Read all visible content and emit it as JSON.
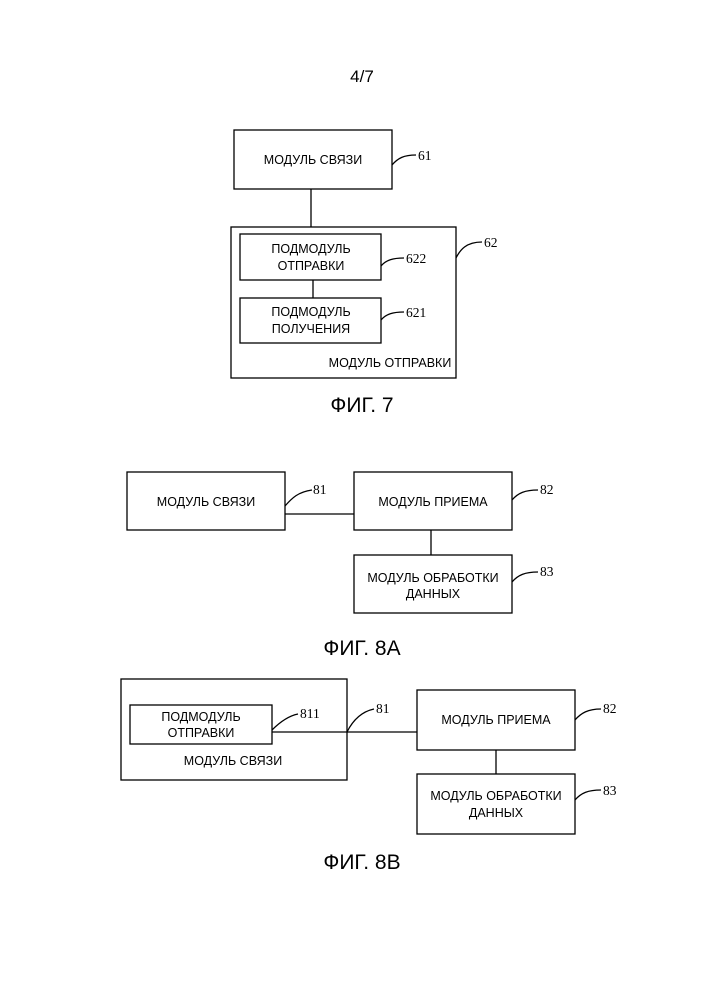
{
  "page_number": "4/7",
  "fig7": {
    "caption": "ФИГ. 7",
    "comm_module": {
      "label": "МОДУЛЬ СВЯЗИ",
      "ref": "61"
    },
    "send_module": {
      "label": "МОДУЛЬ ОТПРАВКИ",
      "ref": "62"
    },
    "send_submodule": {
      "line1": "ПОДМОДУЛЬ",
      "line2": "ОТПРАВКИ",
      "ref": "622"
    },
    "recv_submodule": {
      "line1": "ПОДМОДУЛЬ",
      "line2": "ПОЛУЧЕНИЯ",
      "ref": "621"
    }
  },
  "fig8a": {
    "caption": "ФИГ. 8А",
    "comm_module": {
      "label": "МОДУЛЬ СВЯЗИ",
      "ref": "81"
    },
    "recv_module": {
      "label": "МОДУЛЬ ПРИЕМА",
      "ref": "82"
    },
    "proc_module": {
      "line1": "МОДУЛЬ ОБРАБОТКИ",
      "line2": "ДАННЫХ",
      "ref": "83"
    }
  },
  "fig8b": {
    "caption": "ФИГ. 8В",
    "comm_module": {
      "label": "МОДУЛЬ СВЯЗИ",
      "ref": "81"
    },
    "send_submodule": {
      "line1": "ПОДМОДУЛЬ",
      "line2": "ОТПРАВКИ",
      "ref": "811"
    },
    "recv_module": {
      "label": "МОДУЛЬ ПРИЕМА",
      "ref": "82"
    },
    "proc_module": {
      "line1": "МОДУЛЬ ОБРАБОТКИ",
      "line2": "ДАННЫХ",
      "ref": "83"
    }
  }
}
